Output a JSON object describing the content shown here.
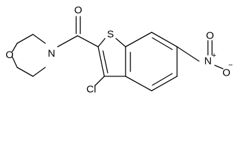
{
  "molecule": {
    "atoms": {
      "carbonyl_oxygen": "O",
      "ring_sulfur": "S",
      "morpholine_nitrogen": "N",
      "morpholine_oxygen": "O",
      "chlorine": "Cl",
      "nitro_nitrogen": "N",
      "nitro_oxygen_top": "O",
      "nitro_oxygen_bottom": "O"
    },
    "charges": {
      "nitro_nitrogen": "+",
      "nitro_oxygen_bottom": "−"
    }
  }
}
